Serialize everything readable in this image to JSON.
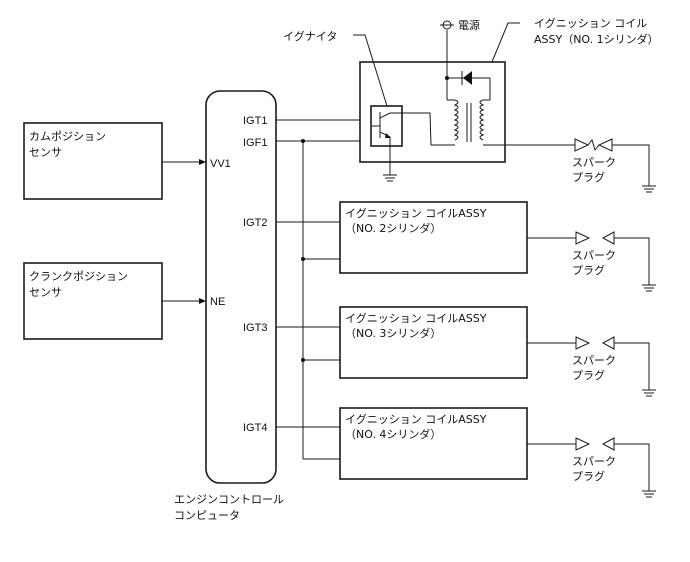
{
  "diagram": {
    "power_label": "電源",
    "ignitor_label": "イグナイタ",
    "coil1": {
      "line1": "イグニッション コイル",
      "line2": "ASSY（NO. 1シリンダ）"
    },
    "cam_sensor": {
      "line1": "カムポジション",
      "line2": "センサ",
      "pin": "VV1"
    },
    "crank_sensor": {
      "line1": "クランクポジション",
      "line2": "センサ",
      "pin": "NE"
    },
    "ecu": {
      "line1": "エンジンコントロール",
      "line2": "コンピュータ",
      "pins": [
        "IGT1",
        "IGF1",
        "IGT2",
        "IGT3",
        "IGT4"
      ]
    },
    "coils": [
      {
        "line1": "イグニッション コイルASSY",
        "line2": "（NO. 2シリンダ）"
      },
      {
        "line1": "イグニッション コイルASSY",
        "line2": "（NO. 3シリンダ）"
      },
      {
        "line1": "イグニッション コイルASSY",
        "line2": "（NO. 4シリンダ）"
      }
    ],
    "spark_plug": {
      "line1": "スパーク",
      "line2": "プラグ"
    },
    "icons": [
      "ground-icon",
      "diode-icon",
      "transistor-icon",
      "transformer-icon",
      "spark-gap-icon",
      "power-terminal-icon"
    ]
  }
}
